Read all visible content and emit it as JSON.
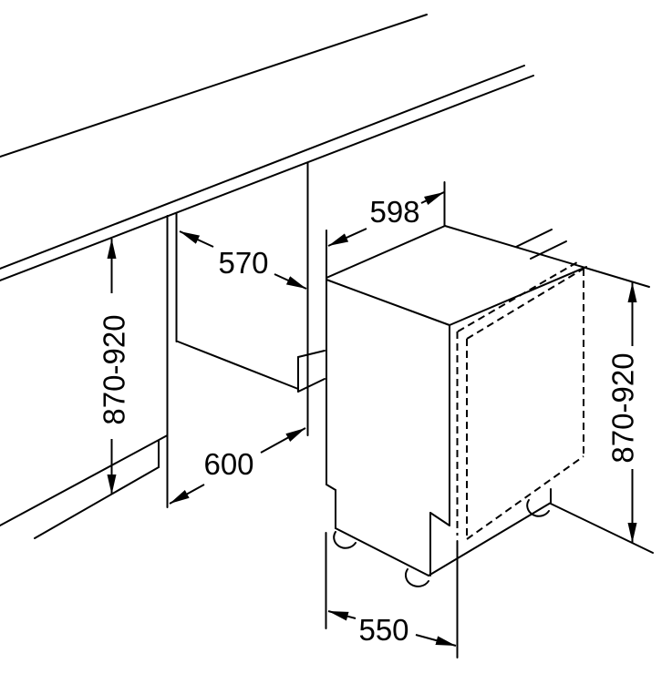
{
  "diagram": {
    "kind": "installation-dimension-drawing",
    "units": "mm",
    "colors": {
      "line": "#000000",
      "background": "#ffffff"
    },
    "labels": {
      "appliance_width": "598",
      "niche_width": "570",
      "niche_depth": "600",
      "appliance_depth": "550",
      "niche_height": "870-920",
      "appliance_height": "870-920"
    }
  }
}
